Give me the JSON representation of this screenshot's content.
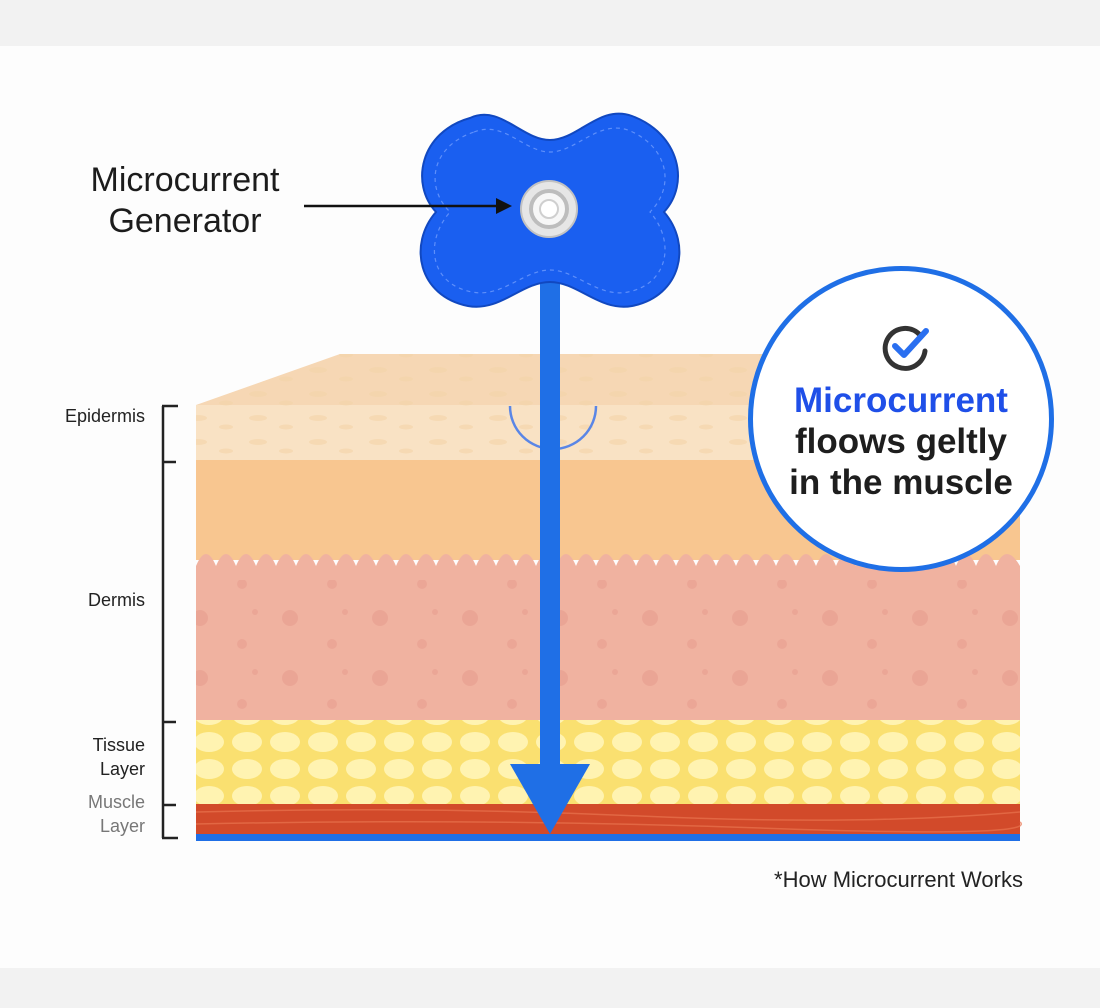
{
  "generator_label": {
    "line1": "Microcurrent",
    "line2": "Generator"
  },
  "layers": {
    "epidermis": "Epidermis",
    "dermis": "Dermis",
    "tissue": {
      "line1": "Tissue",
      "line2": "Layer"
    },
    "muscle": {
      "line1": "Muscle",
      "line2": "Layer"
    }
  },
  "callout": {
    "icon": "check-circle-icon",
    "highlight": "Microcurrent",
    "line2": "floows geltly",
    "line3": "in the muscle"
  },
  "caption": "*How Microcurrent Works",
  "colors": {
    "accent_blue": "#1f6fe6",
    "highlight_blue": "#1f4fe8",
    "epidermis": "#f9e2c4",
    "dermis_top": "#f8c690",
    "dermis": "#f0b2a0",
    "tissue": "#fae070",
    "muscle": "#d24a2a"
  }
}
